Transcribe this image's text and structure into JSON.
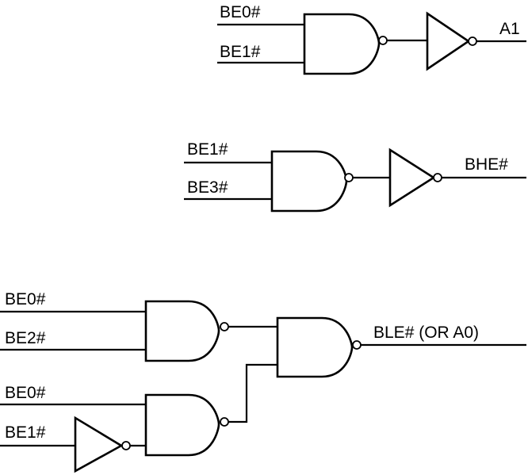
{
  "labels": {
    "g1_in_a": "BE0#",
    "g1_in_b": "BE1#",
    "g1_out": "A1",
    "g2_in_a": "BE1#",
    "g2_in_b": "BE3#",
    "g2_out": "BHE#",
    "g3_in_a": "BE0#",
    "g3_in_b": "BE2#",
    "g4_in_a": "BE0#",
    "g4_in_b": "BE1#",
    "g3_out": "BLE# (OR A0)"
  }
}
